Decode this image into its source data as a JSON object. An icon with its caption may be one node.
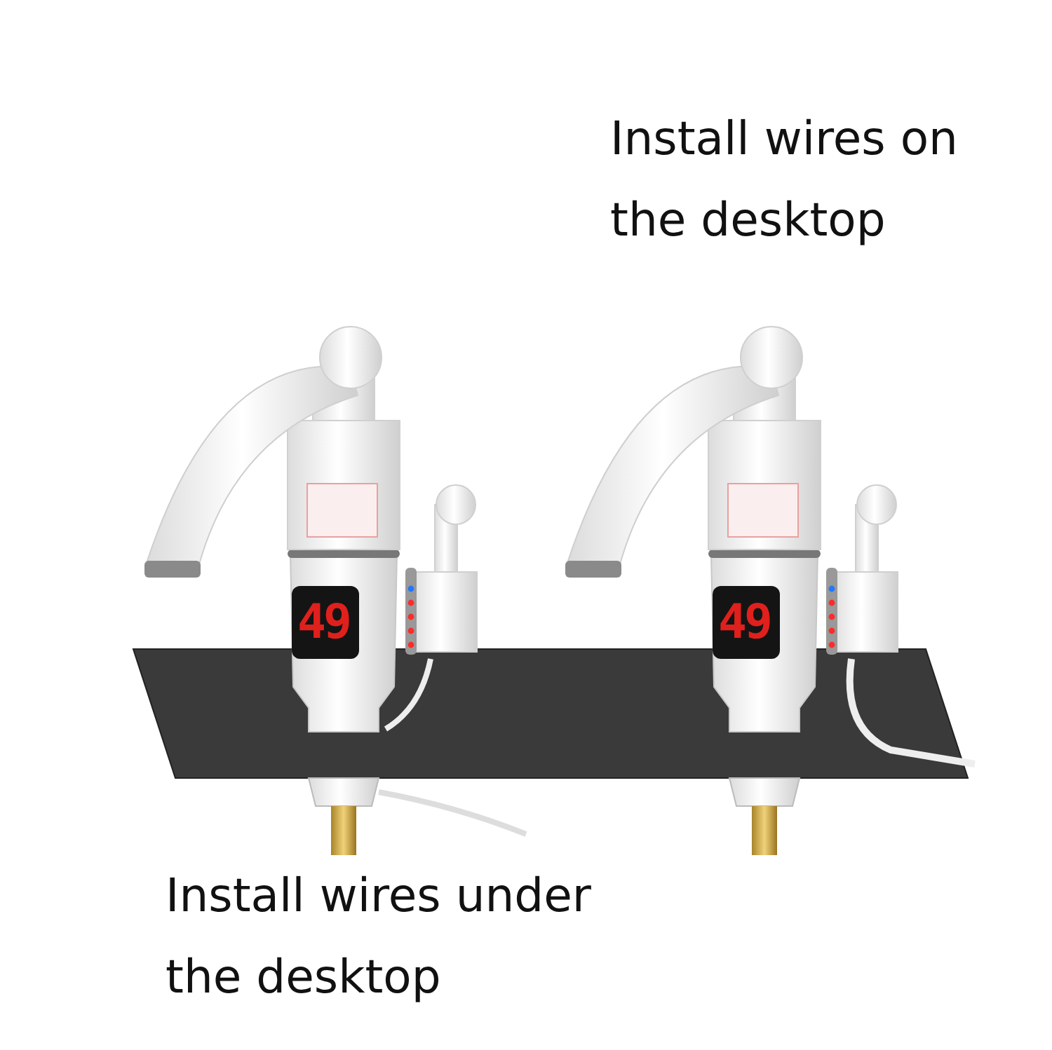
{
  "diagram": {
    "labels": [
      "Install wires on the desktop",
      "49",
      "49",
      "Install wires under the desktop"
    ]
  }
}
